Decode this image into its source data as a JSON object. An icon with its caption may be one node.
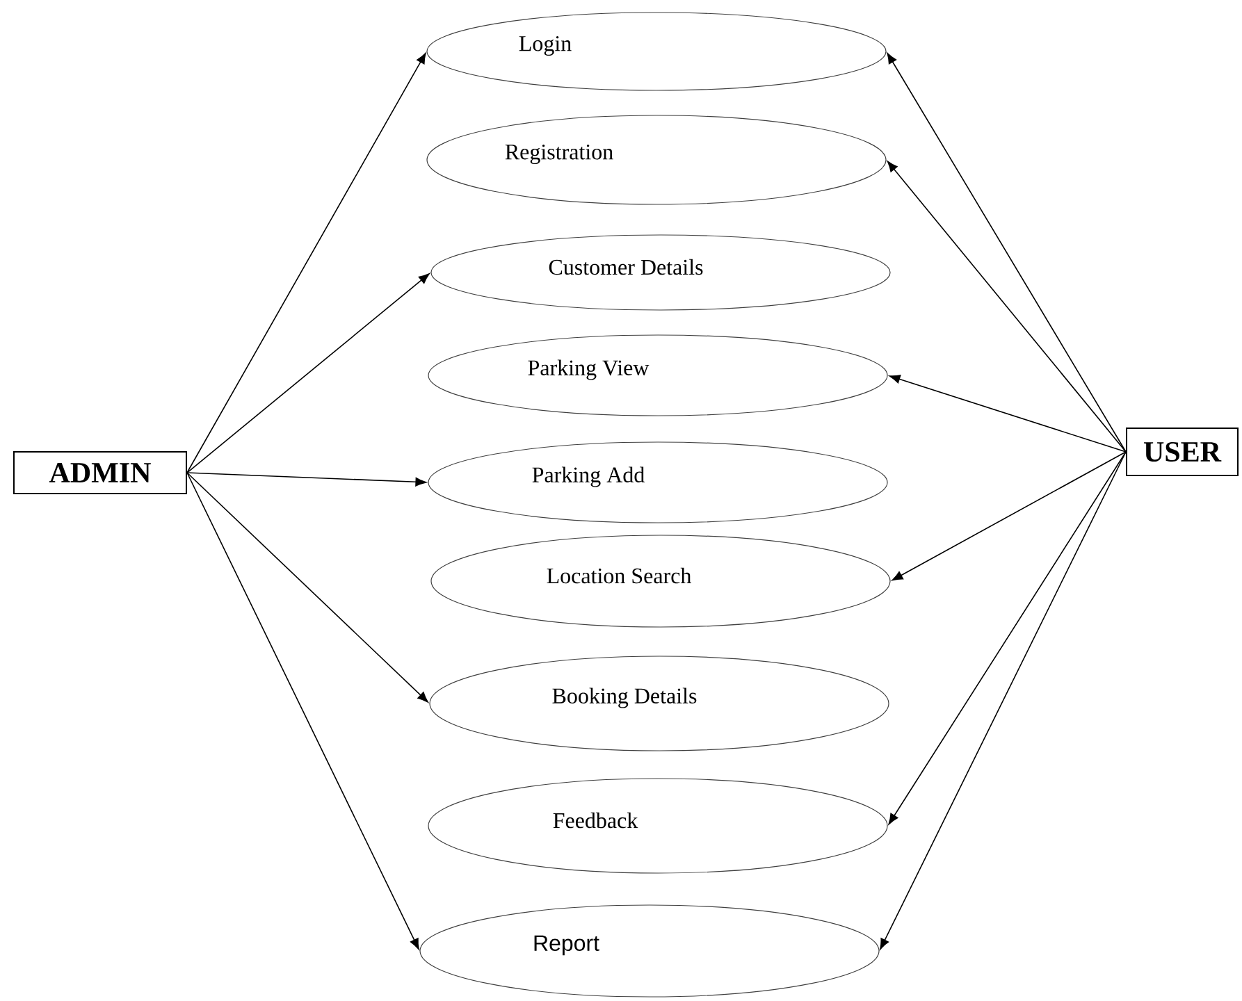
{
  "diagram": {
    "nodes": [
      {
        "text": [
          "ADMIN"
        ]
      },
      {
        "text": [
          "Login"
        ]
      },
      {
        "text": [
          "Registration"
        ]
      },
      {
        "text": [
          "Customer Details"
        ]
      },
      {
        "text": [
          "Parking View"
        ]
      },
      {
        "text": [
          "Parking Add"
        ]
      },
      {
        "text": [
          "Location Search"
        ]
      },
      {
        "text": [
          "Booking Details"
        ]
      },
      {
        "text": [
          "Feedback"
        ]
      },
      {
        "text": [
          "Report"
        ]
      },
      {
        "text": [
          "USER"
        ]
      }
    ],
    "edges": [
      {
        "from": 0,
        "to": 1,
        "arrow": "to"
      },
      {
        "from": 0,
        "to": 3,
        "arrow": "to"
      },
      {
        "from": 0,
        "to": 5,
        "arrow": "to"
      },
      {
        "from": 0,
        "to": 7,
        "arrow": "to"
      },
      {
        "from": 0,
        "to": 9,
        "arrow": "to"
      },
      {
        "from": 10,
        "to": 1,
        "arrow": "to"
      },
      {
        "from": 10,
        "to": 2,
        "arrow": "to"
      },
      {
        "from": 10,
        "to": 4,
        "arrow": "to"
      },
      {
        "from": 10,
        "to": 6,
        "arrow": "to"
      },
      {
        "from": 10,
        "to": 8,
        "arrow": "to"
      },
      {
        "from": 10,
        "to": 9,
        "arrow": "to"
      }
    ]
  }
}
